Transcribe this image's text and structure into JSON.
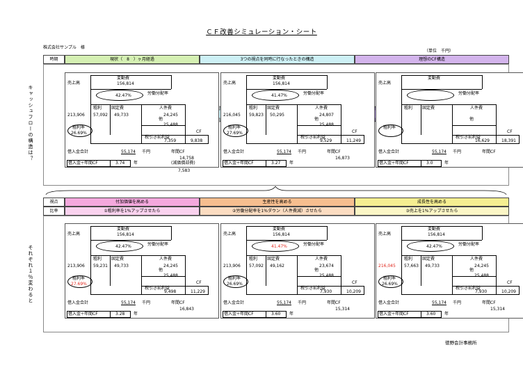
{
  "title": "ＣＦ改善シミュレーション・シート",
  "company": "株式会社サンプル　様",
  "unit": "（単位　千円）",
  "office": "徳野会計事務所",
  "row1": {
    "label": "時期",
    "vertical": "キャッシュフローの構造は？",
    "headers": [
      {
        "text": "現状（　8　）ヶ月経過",
        "color": "#d5f0b3"
      },
      {
        "text": "3つの視点を同時に行なったときの構造",
        "color": "#cdf0f5"
      },
      {
        "text": "理想のCF構造",
        "color": "#d3b4ec"
      }
    ]
  },
  "row2": {
    "label1": "視点",
    "label2": "比率",
    "vertical": "それぞれ１％変わると",
    "headers": [
      {
        "view": "付加価値を高める",
        "ratio": "①粗利率を1%アップさせたら",
        "color1": "#f4a8dd",
        "color2": "#f9d2ee"
      },
      {
        "view": "生産性を高める",
        "ratio": "②労働分配率を1%ダウン（人件費減）させたら",
        "color1": "#f6be8f",
        "color2": "#fbdcc1"
      },
      {
        "view": "成長性を高める",
        "ratio": "③売上を1%アップさせたら",
        "color1": "#f5ee91",
        "color2": "#fbf6c6"
      }
    ]
  },
  "labels": {
    "sales": "売上高",
    "variable": "変動費",
    "gross": "粗利",
    "fixed": "固定費",
    "personnel": "人件費",
    "other": "他",
    "pretax": "税引き前利益",
    "cf": "CF",
    "labor_ratio": "労働分配率",
    "margin_ratio": "粗利率",
    "debt": "借入金合計",
    "debt_unit": "千円",
    "annual_cf": "年間CF",
    "debt_cf": "借入金÷年間CF",
    "year": "年",
    "depreciation": "(減価償却費)"
  },
  "panels": [
    {
      "variable": "156,814",
      "labor": "42.47%",
      "sales": "213,906",
      "gross": "57,092",
      "fixed": "49,733",
      "personnel": "24,245",
      "other": "25,488",
      "margin": "26.69%",
      "pretax": "7,359",
      "cf": "9,838",
      "debt": "55,174",
      "annual_cf": "14,758",
      "ratio": "3.74",
      "dep": "7,583",
      "red": []
    },
    {
      "variable": "156,814",
      "labor": "41.47%",
      "sales": "216,045",
      "gross": "59,823",
      "fixed": "50,295",
      "personnel": "24,807",
      "other": "25,488",
      "margin": "27.69%",
      "pretax": "9,529",
      "cf": "11,249",
      "debt": "55,174",
      "annual_cf": "16,873",
      "ratio": "3.27",
      "red": []
    },
    {
      "variable": "",
      "labor": "",
      "sales": "",
      "gross": "",
      "fixed": "",
      "personnel": "",
      "other": "",
      "margin": "",
      "pretax": "16,629",
      "cf": "18,391",
      "debt": "55,174",
      "annual_cf": "",
      "ratio": "3.0",
      "red": []
    },
    {
      "variable": "156,814",
      "labor": "42.47%",
      "sales": "213,906",
      "gross": "59,231",
      "fixed": "49,733",
      "personnel": "24,245",
      "other": "25,488",
      "margin": "27.69%",
      "pretax": "9,498",
      "cf": "11,229",
      "debt": "55,174",
      "annual_cf": "16,843",
      "ratio": "3.28",
      "red": [
        "margin"
      ]
    },
    {
      "variable": "156,814",
      "labor": "41.47%",
      "sales": "213,906",
      "gross": "57,092",
      "fixed": "49,162",
      "personnel": "23,674",
      "other": "25,488",
      "margin": "26.69%",
      "pretax": "7,930",
      "cf": "10,209",
      "debt": "55,174",
      "annual_cf": "15,314",
      "ratio": "3.60",
      "red": [
        "labor"
      ]
    },
    {
      "variable": "156,814",
      "labor": "42.47%",
      "sales": "216,045",
      "gross": "57,663",
      "fixed": "49,733",
      "personnel": "24,245",
      "other": "25,488",
      "margin": "26.69%",
      "pretax": "7,930",
      "cf": "10,209",
      "debt": "55,174",
      "annual_cf": "15,314",
      "ratio": "3.60",
      "red": [
        "sales"
      ]
    }
  ]
}
